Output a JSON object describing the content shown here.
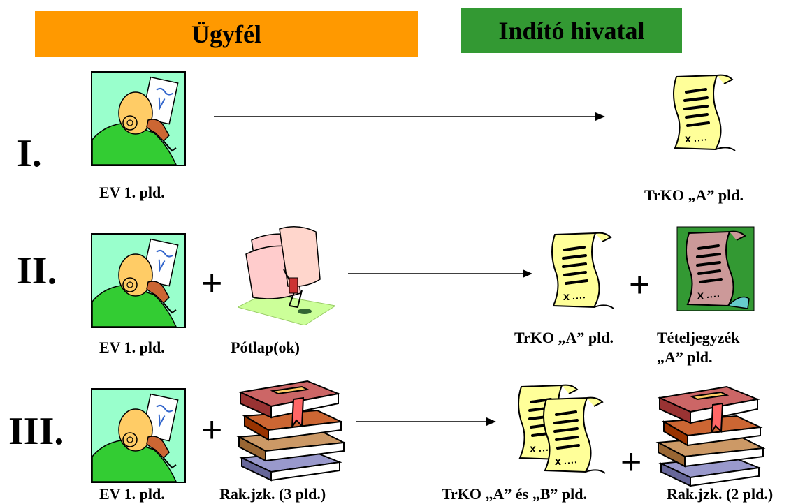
{
  "headers": {
    "left": {
      "label": "Ügyfél",
      "color": "#FF9900"
    },
    "right": {
      "label": "Indító hivatal",
      "color": "#339933"
    }
  },
  "rows": [
    {
      "numeral": "I.",
      "captions": [
        "EV 1. pld.",
        "TrKO „A” pld."
      ]
    },
    {
      "numeral": "II.",
      "captions": [
        "EV 1. pld.",
        "Pótlap(ok)",
        "TrKO „A” pld.",
        "Tételjegyzék",
        "„A” pld."
      ]
    },
    {
      "numeral": "III.",
      "captions": [
        "EV 1. pld.",
        "Rak.jzk. (3 pld.)",
        "TrKO „A” és „B”  pld.",
        "Rak.jzk. (2 pld.)"
      ]
    }
  ],
  "plus_sign": "+",
  "icons": {
    "person": "person-writing-icon",
    "pages": "loose-pages-icon",
    "document": "scroll-document-icon",
    "document_green": "scroll-document-green-icon",
    "books": "book-stack-icon"
  },
  "colors": {
    "person_bg": "#99FFCC",
    "document_fill": "#FFFF99",
    "document_green_bg": "#339933",
    "document_green_fill": "#CC9999"
  }
}
